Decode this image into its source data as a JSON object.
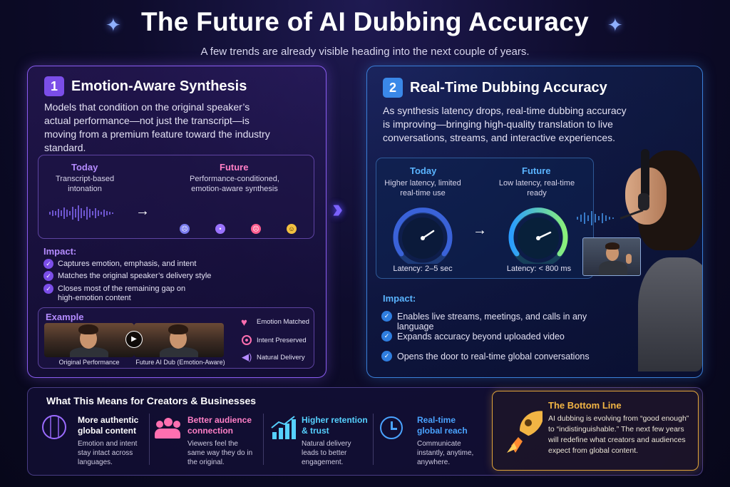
{
  "header": {
    "title": "The Future of AI Dubbing Accuracy",
    "subtitle": "A few trends are already visible heading into the next couple of years."
  },
  "left": {
    "number": "1",
    "title": "Emotion-Aware Synthesis",
    "body": "Models that condition on the original speaker’s actual performance—not just the transcript—is moving from a premium feature toward the industry standard.",
    "today_label": "Today",
    "today_desc": "Transcript-based intonation",
    "future_label": "Future",
    "future_desc": "Performance-conditioned, emotion-aware synthesis",
    "impact_heading": "Impact:",
    "impacts": [
      "Captures emotion, emphasis, and intent",
      "Matches the original speaker’s delivery style",
      "Closes most of the remaining gap on high-emotion content"
    ],
    "example_heading": "Example",
    "example_caption_original": "Original Performance",
    "example_caption_future": "Future AI Dub (Emotion-Aware)",
    "badges": [
      "Emotion Matched",
      "Intent Preserved",
      "Natural Delivery"
    ]
  },
  "right": {
    "number": "2",
    "title": "Real-Time Dubbing Accuracy",
    "body": "As synthesis latency drops, real-time dubbing accuracy is improving—bringing high-quality translation to live conversations, streams, and interactive experiences.",
    "today_label": "Today",
    "today_desc": "Higher latency, limited real-time use",
    "today_latency": "Latency: 2–5 sec",
    "future_label": "Future",
    "future_desc": "Low latency, real-time ready",
    "future_latency": "Latency: < 800 ms",
    "impact_heading": "Impact:",
    "impacts": [
      "Enables live streams, meetings, and calls in any language",
      "Expands accuracy beyond uploaded video",
      "Opens the door to real-time global conversations"
    ]
  },
  "bottom": {
    "heading": "What This Means for Creators & Businesses",
    "columns": [
      {
        "title": "More authentic global content",
        "desc": "Emotion and intent stay intact across languages.",
        "icon": "globe-icon"
      },
      {
        "title": "Better audience connection",
        "desc": "Viewers feel the same way they do in the original.",
        "icon": "audience-icon"
      },
      {
        "title": "Higher retention & trust",
        "desc": "Natural delivery leads to better engagement.",
        "icon": "growth-chart-icon"
      },
      {
        "title": "Real-time global reach",
        "desc": "Communicate instantly, anytime, anywhere.",
        "icon": "clock-icon"
      }
    ],
    "bottom_line_title": "The Bottom Line",
    "bottom_line_text": "AI dubbing is evolving from “good enough” to “indistinguishable.” The next few years will redefine what creators and audiences expect from global content."
  },
  "colors": {
    "purple": "#9b6bff",
    "blue": "#4aa3ff",
    "pink": "#ff6fb0",
    "gold": "#f2b544",
    "cyan": "#56d1ff"
  }
}
